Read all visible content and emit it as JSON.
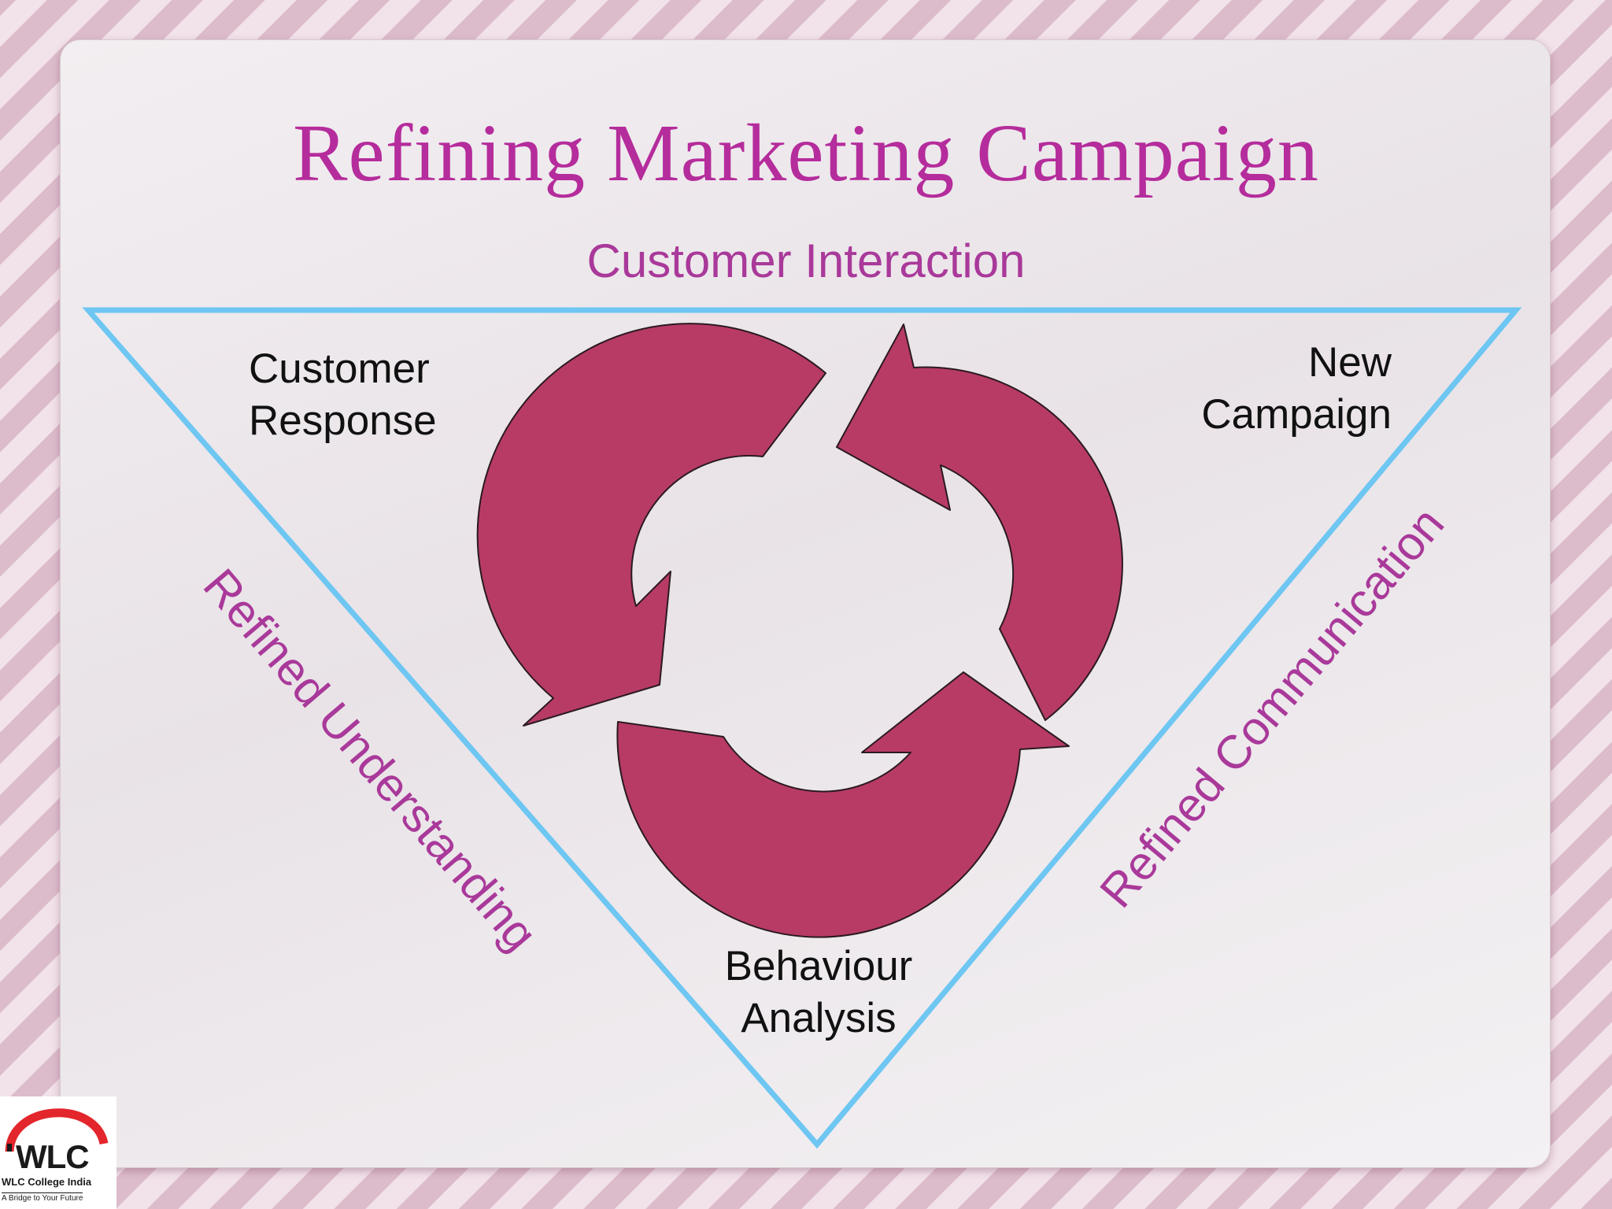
{
  "slide": {
    "title": "Refining Marketing Campaign",
    "subtitle": "Customer Interaction"
  },
  "nodes": {
    "customer_response": [
      "Customer",
      "Response"
    ],
    "new_campaign": [
      "New",
      "Campaign"
    ],
    "behaviour_analysis": [
      "Behaviour",
      "Analysis"
    ]
  },
  "sides": {
    "left": "Refined Understanding",
    "right": "Refined Communication"
  },
  "logo": {
    "name": "WLC",
    "org": "WLC College India",
    "tagline": "A Bridge to Your Future"
  },
  "colors": {
    "title": "#b52c9c",
    "accent_text": "#a9399a",
    "triangle_stroke": "#6ec6f2",
    "arrow_fill": "#b83b66",
    "logo_arc": "#e3262b"
  }
}
